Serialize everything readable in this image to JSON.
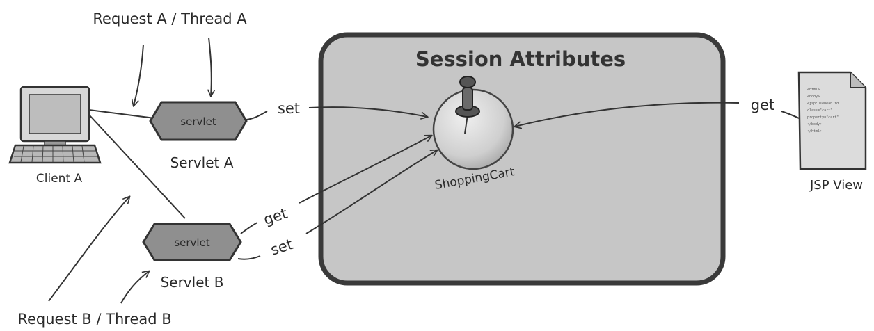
{
  "session": {
    "title": "Session Attributes"
  },
  "cart": {
    "label": "ShoppingCart"
  },
  "client": {
    "label": "Client A"
  },
  "servlet_a": {
    "box_label": "servlet",
    "caption": "Servlet A"
  },
  "servlet_b": {
    "box_label": "servlet",
    "caption": "Servlet B"
  },
  "jsp": {
    "caption": "JSP View",
    "code_lines": [
      "<html>",
      "<body>",
      "<jsp:useBean id",
      "class=\"cart\"",
      "property=\"cart\"",
      "</body>",
      "</html>"
    ]
  },
  "requests": {
    "a": "Request A / Thread A",
    "b": "Request B / Thread B"
  },
  "arrows": {
    "servlet_a_set": "set",
    "servlet_b_get": "get",
    "servlet_b_set": "set",
    "jsp_get": "get"
  },
  "colors": {
    "panel_fill": "#c6c6c6",
    "panel_border": "#3a3a3a",
    "servlet_fill": "#8f8f8f",
    "cart_fill": "#d4d4d4"
  }
}
